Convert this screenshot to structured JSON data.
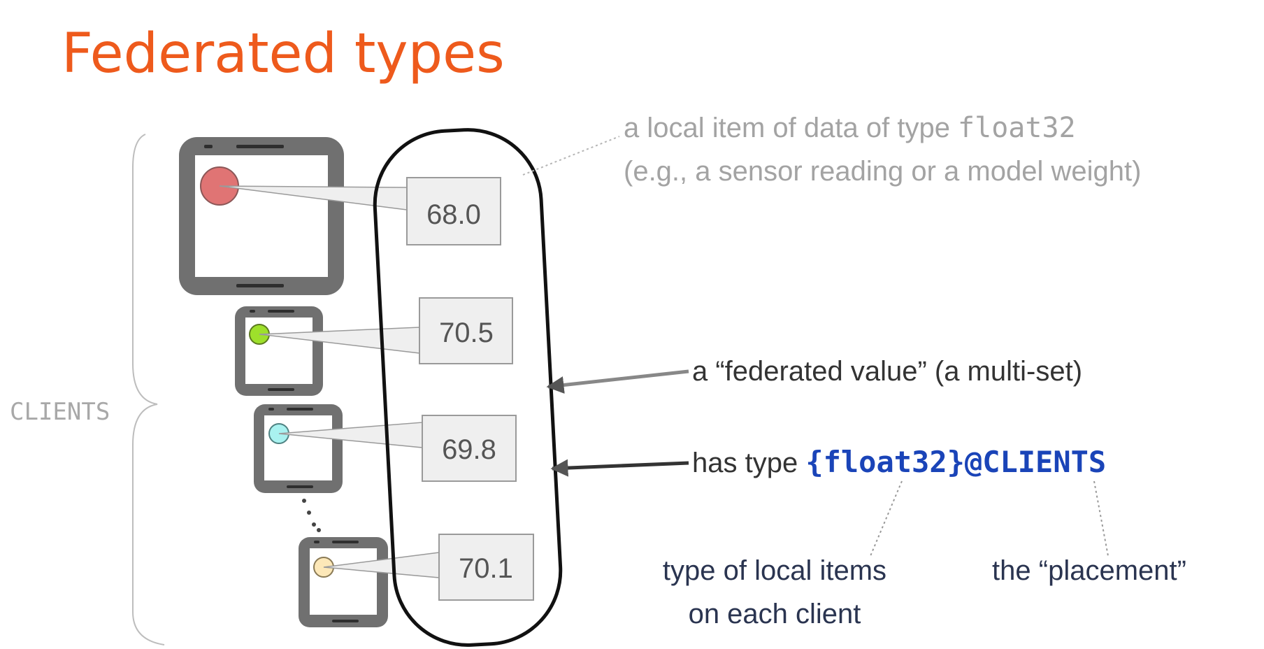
{
  "slide": {
    "title": "Federated types"
  },
  "colors": {
    "title": "#ee5a1c",
    "gray_text": "#a3a3a3",
    "dark_text": "#333333",
    "navy_text": "#2a3450",
    "type_blue": "#1a44b8",
    "device_frame": "#707070",
    "value_box_fill": "#efefef",
    "value_box_stroke": "#9a9a9a"
  },
  "clients": {
    "label": "CLIENTS",
    "devices": [
      {
        "value": "68.0",
        "dot_color": "#e07474",
        "dot_name": "red-dot-icon"
      },
      {
        "value": "70.5",
        "dot_color": "#9ee02b",
        "dot_name": "green-dot-icon"
      },
      {
        "value": "69.8",
        "dot_color": "#a9f2f0",
        "dot_name": "cyan-dot-icon"
      },
      {
        "value": "70.1",
        "dot_color": "#fde8b8",
        "dot_name": "yellow-dot-icon"
      }
    ]
  },
  "annotations": {
    "local_item_prefix": "a local item of data of type ",
    "local_item_type": "float32",
    "local_item_example": "(e.g., a sensor reading or a model weight)",
    "federated_value": "a “federated value” (a multi-set)",
    "has_type_prefix": "has type ",
    "type_member": "{float32}",
    "type_placement": "@CLIENTS",
    "member_note_line1": "type of local items",
    "member_note_line2": "on each client",
    "placement_note": "the “placement”"
  }
}
